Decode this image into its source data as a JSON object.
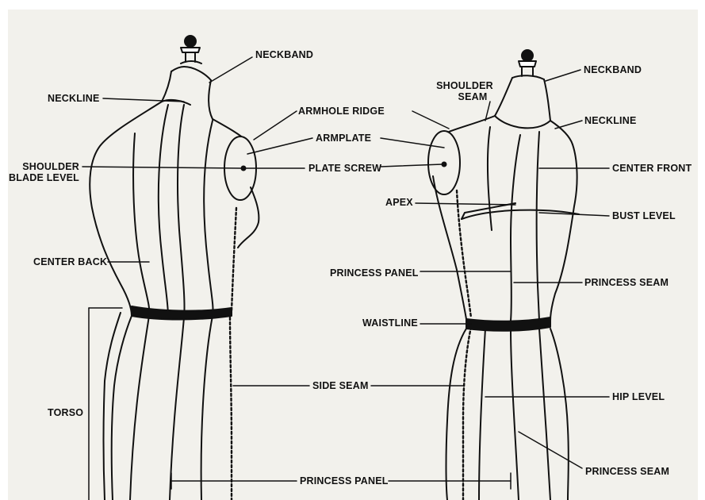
{
  "labels": {
    "back": {
      "neckband": "NECKBAND",
      "neckline": "NECKLINE",
      "armhole_ridge": "ARMHOLE RIDGE",
      "armplate": "ARMPLATE",
      "shoulder_blade_level_1": "SHOULDER",
      "shoulder_blade_level_2": "BLADE LEVEL",
      "plate_screw": "PLATE SCREW",
      "center_back": "CENTER BACK",
      "torso": "TORSO",
      "side_seam": "SIDE SEAM",
      "princess_panel": "PRINCESS PANEL"
    },
    "front": {
      "neckband": "NECKBAND",
      "shoulder_seam_1": "SHOULDER",
      "shoulder_seam_2": "SEAM",
      "neckline": "NECKLINE",
      "center_front": "CENTER FRONT",
      "apex": "APEX",
      "bust_level": "BUST LEVEL",
      "princess_panel": "PRINCESS PANEL",
      "princess_seam": "PRINCESS SEAM",
      "waistline": "WAISTLINE",
      "hip_level": "HIP LEVEL",
      "princess_seam_lower": "PRINCESS SEAM"
    }
  },
  "colors": {
    "paper": "#f2f1ec",
    "ink": "#111111"
  }
}
